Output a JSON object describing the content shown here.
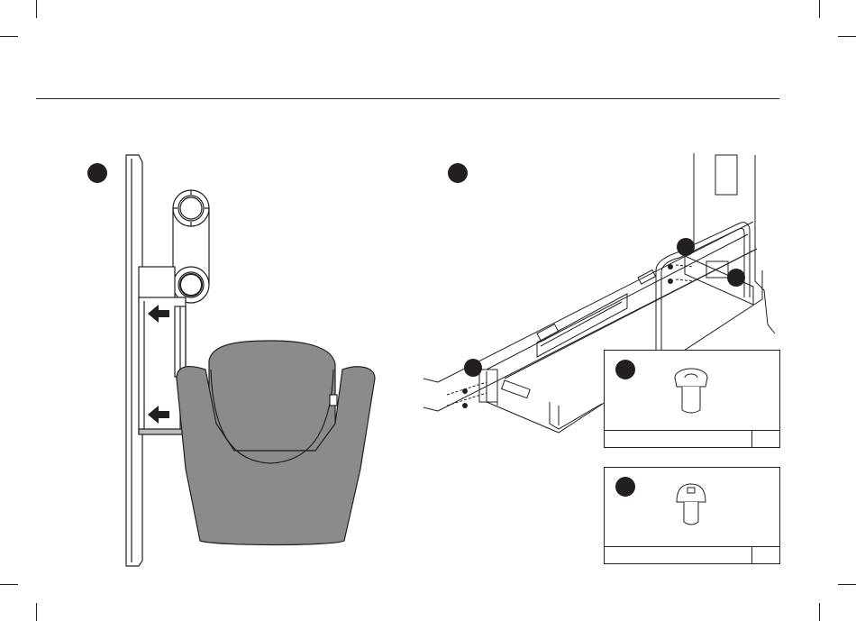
{
  "page": {
    "title": "",
    "page_number": ""
  },
  "steps": [
    {
      "id": "step-a",
      "number": ""
    },
    {
      "id": "step-b",
      "number": ""
    }
  ],
  "parts": [
    {
      "id": "part-bolt-flat",
      "label": "",
      "name": "",
      "qty": ""
    },
    {
      "id": "part-bolt-round",
      "label": "",
      "name": "",
      "qty": ""
    }
  ],
  "callouts": [
    {
      "id": "callout-left-bracket",
      "label": ""
    },
    {
      "id": "callout-top-bracket",
      "label": ""
    },
    {
      "id": "callout-right-bracket",
      "label": ""
    }
  ],
  "colors": {
    "ink": "#231f20",
    "chair_fill": "#8c8a8b",
    "panel_fill": "#ffffff"
  }
}
